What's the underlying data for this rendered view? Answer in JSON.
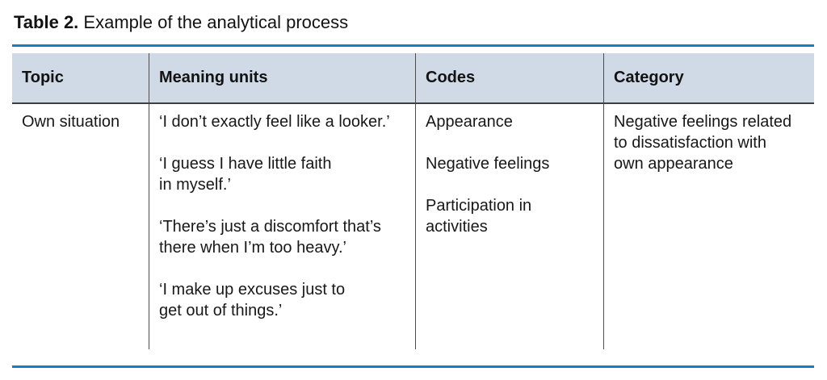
{
  "caption": {
    "label": "Table 2.",
    "text": " Example of the analytical process"
  },
  "table": {
    "headers": [
      "Topic",
      "Meaning units",
      "Codes",
      "Category"
    ],
    "rows": [
      {
        "topic": "Own situation",
        "meaning_units": [
          "‘I don’t exactly feel like a looker.’",
          "‘I guess I have little faith\nin myself.’",
          "‘There’s just a discomfort that’s\nthere when I’m too heavy.’",
          "‘I make up excuses just to\nget out of things.’"
        ],
        "codes": [
          "Appearance",
          "Negative feelings",
          "Participation in\nactivities"
        ],
        "category": "Negative feelings related\nto dissatisfaction with\nown appearance"
      }
    ]
  },
  "colors": {
    "rule_blue": "#1b7ac0",
    "header_background": "#cfdae6",
    "border_dark": "#4d4d4d"
  }
}
